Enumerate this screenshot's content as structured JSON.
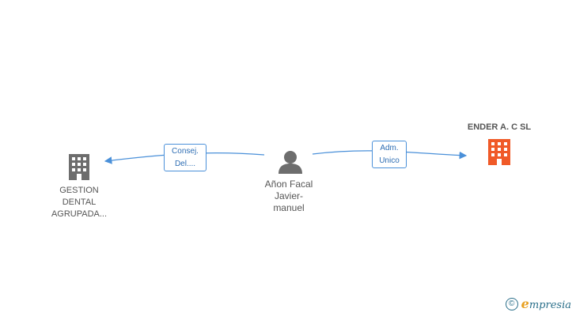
{
  "nodes": {
    "company_left": {
      "lines": [
        "GESTION",
        "DENTAL",
        "AGRUPADA..."
      ],
      "icon": "building-icon",
      "color": "#6d6d6d"
    },
    "person": {
      "lines": [
        "Añon Facal",
        "Javier-",
        "manuel"
      ],
      "icon": "person-icon",
      "color": "#6d6d6d"
    },
    "company_right": {
      "name": "ENDER A. C SL",
      "icon": "building-icon",
      "color": "#f05a28"
    }
  },
  "relations": {
    "left": {
      "lines": [
        "Consej.",
        "Del...."
      ]
    },
    "right": {
      "lines": [
        "Adm.",
        "Unico"
      ]
    }
  },
  "colors": {
    "edge": "#4a90d9",
    "label_border": "#4a90d9",
    "label_text": "#2d6db3"
  },
  "brand": {
    "copyright": "©",
    "initial": "e",
    "rest": "mpresia"
  }
}
